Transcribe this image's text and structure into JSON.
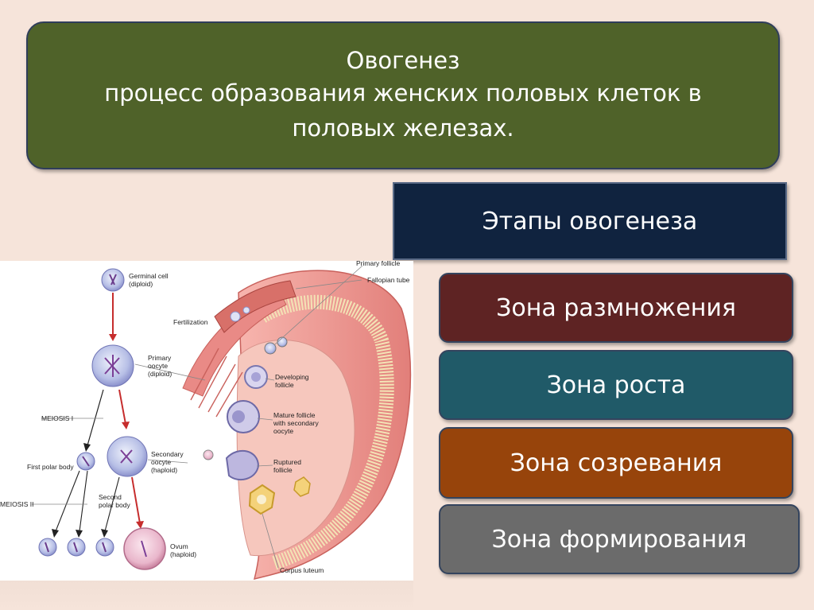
{
  "title": {
    "heading": "Овогенез",
    "subtitle": "процесс образования женских половых клеток в половых железах."
  },
  "stages_header": "Этапы овогенеза",
  "zones": [
    {
      "label": "Зона размножения",
      "color": "#5e2323"
    },
    {
      "label": "Зона роста",
      "color": "#205a68"
    },
    {
      "label": "Зона созревания",
      "color": "#97440b"
    },
    {
      "label": "Зона формирования",
      "color": "#6b6b6b"
    }
  ],
  "figure_labels": {
    "germinal_cell": [
      "Germinal cell",
      "(diploid)"
    ],
    "fertilization": "Fertilization",
    "primary_oocyte": [
      "Primary",
      "oocyte",
      "(diploid)"
    ],
    "meiosis_1": "MEIOSIS I",
    "first_polar_body": "First polar body",
    "secondary_oocyte": [
      "Secondary",
      "oocyte",
      "(haploid)"
    ],
    "meiosis_2": "MEIOSIS II",
    "second_polar_body": [
      "Second",
      "polar body"
    ],
    "ovum": [
      "Ovum",
      "(haploid)"
    ],
    "primary_follicle": "Primary follicle",
    "fallopian_tube": "Fallopian tube",
    "developing_follicle": [
      "Developing",
      "follicle"
    ],
    "mature_follicle": [
      "Mature follicle",
      "with secondary",
      "oocyte"
    ],
    "ruptured_follicle": [
      "Ruptured",
      "follicle"
    ],
    "corpus_luteum": "Corpus luteum"
  }
}
